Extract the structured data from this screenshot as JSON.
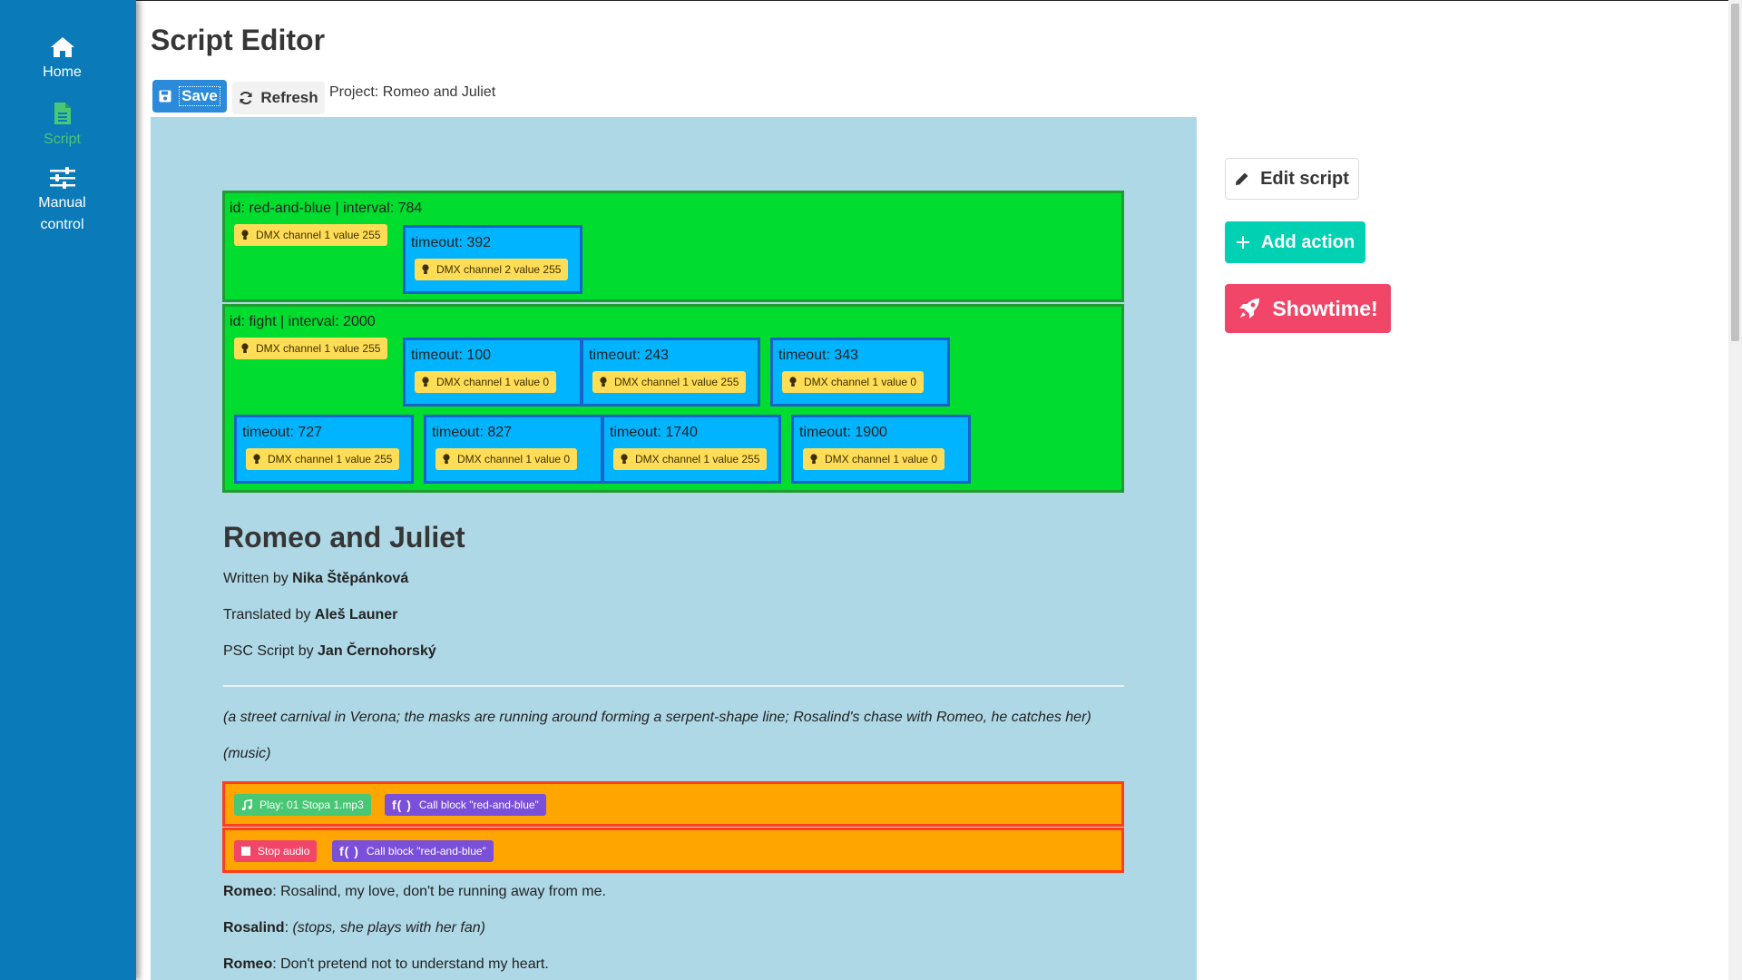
{
  "sidebar": {
    "items": [
      {
        "label": "Home",
        "icon": "home-icon",
        "active": false
      },
      {
        "label": "Script",
        "icon": "file-icon",
        "active": true
      },
      {
        "label_line1": "Manual",
        "label_line2": "control",
        "icon": "sliders-icon",
        "active": false
      }
    ]
  },
  "header": {
    "title": "Script Editor",
    "save_label": "Save",
    "refresh_label": "Refresh",
    "project_label": "Project: Romeo and Juliet"
  },
  "blocks": [
    {
      "title": "id: red-and-blue | interval: 784",
      "direct_tag": "DMX channel 1 value 255",
      "timeouts": [
        {
          "label": "timeout: 392",
          "tag": "DMX channel 2 value 255"
        }
      ]
    },
    {
      "title": "id: fight | interval: 2000",
      "direct_tag": "DMX channel 1 value 255",
      "timeouts": [
        {
          "label": "timeout: 100",
          "tag": "DMX channel 1 value 0"
        },
        {
          "label": "timeout: 243",
          "tag": "DMX channel 1 value 255"
        },
        {
          "label": "timeout: 343",
          "tag": "DMX channel 1 value 0"
        },
        {
          "label": "timeout: 727",
          "tag": "DMX channel 1 value 255"
        },
        {
          "label": "timeout: 827",
          "tag": "DMX channel 1 value 0"
        },
        {
          "label": "timeout: 1740",
          "tag": "DMX channel 1 value 255"
        },
        {
          "label": "timeout: 1900",
          "tag": "DMX channel 1 value 0"
        }
      ]
    }
  ],
  "script": {
    "title": "Romeo and Juliet",
    "written_prefix": "Written by ",
    "written_name": "Nika Štěpánková",
    "translated_prefix": "Translated by ",
    "translated_name": "Aleš Launer",
    "psc_prefix": "PSC Script by ",
    "psc_name": "Jan Černohorský",
    "stage_direction": "(a street carnival in Verona; the masks are running around forming a serpent-shape line; Rosalind's chase with Romeo, he catches her)",
    "music_note": "(music)",
    "actions": [
      {
        "items": [
          {
            "type": "play",
            "label": "Play: 01 Stopa 1.mp3"
          },
          {
            "type": "call",
            "fn": "f( )",
            "label": "Call block \"red-and-blue\""
          }
        ]
      },
      {
        "items": [
          {
            "type": "stop",
            "label": "Stop audio"
          },
          {
            "type": "call",
            "fn": "f( )",
            "label": "Call block \"red-and-blue\""
          }
        ]
      }
    ],
    "lines": [
      {
        "speaker": "Romeo",
        "text": ": Rosalind, my love, don't be running away from me.",
        "italic": ""
      },
      {
        "speaker": "Rosalind",
        "text": ": ",
        "italic": "(stops, she plays with her fan)"
      },
      {
        "speaker": "Romeo",
        "text": ": Don't pretend not to understand my heart.",
        "italic": ""
      }
    ]
  },
  "right_panel": {
    "edit_label": "Edit script",
    "add_label": "Add action",
    "showtime_label": "Showtime!"
  },
  "colors": {
    "sidebar": "#0a7ab8",
    "content_bg": "#aed8e6",
    "block_bg": "#00dd2e",
    "timeout_bg": "#00b4ff",
    "dmx_tag": "#ffdd57",
    "action_row": "#ffa500",
    "save_button": "#2b8ad9",
    "add_button": "#00d1b2",
    "showtime_button": "#f14668"
  }
}
